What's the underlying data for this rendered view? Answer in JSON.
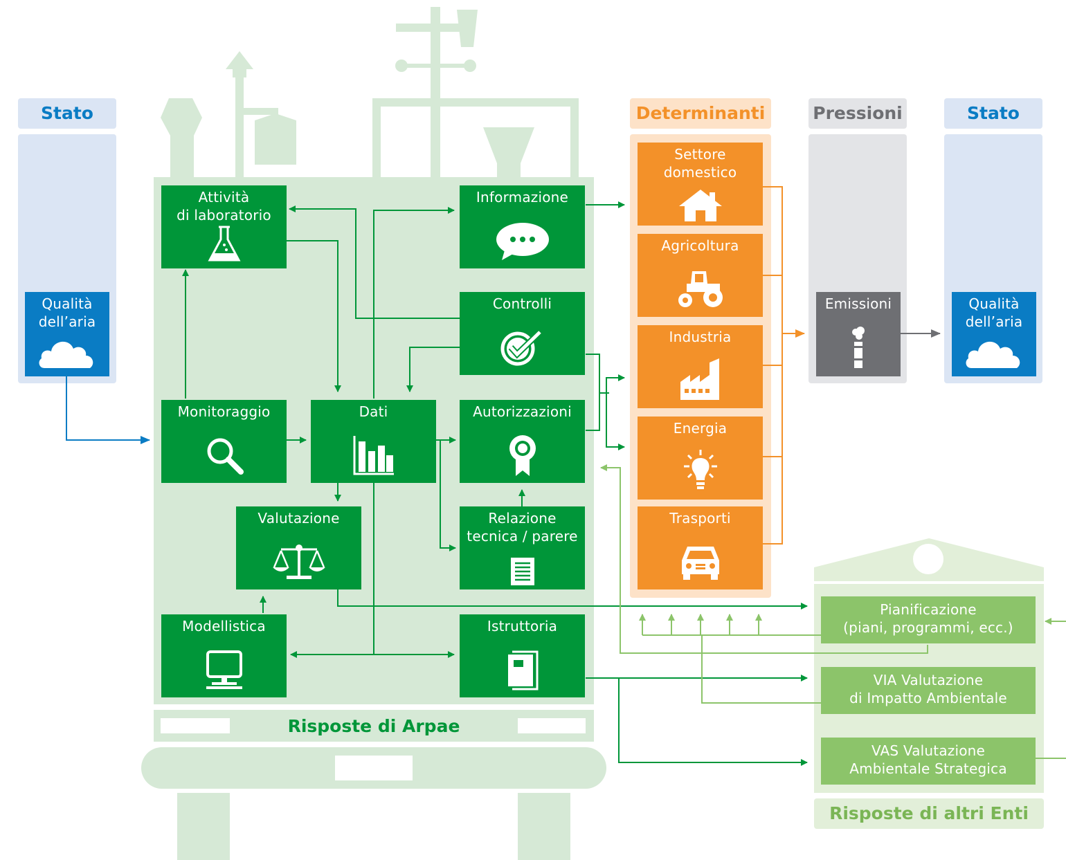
{
  "left_panel": {
    "header": "Stato",
    "box": "Qualità\ndell’aria"
  },
  "arpae": {
    "footer": "Risposte di Arpae",
    "nodes": {
      "attivita": "Attività\ndi laboratorio",
      "informazione": "Informazione",
      "controlli": "Controlli",
      "monitoraggio": "Monitoraggio",
      "dati": "Dati",
      "autorizzazioni": "Autorizzazioni",
      "valutazione": "Valutazione",
      "relazione": "Relazione\ntecnica / parere",
      "modellistica": "Modellistica",
      "istruttoria": "Istruttoria"
    }
  },
  "determinanti": {
    "header": "Determinanti",
    "items": [
      "Settore\ndomestico",
      "Agricoltura",
      "Industria",
      "Energia",
      "Trasporti"
    ]
  },
  "pressioni": {
    "header": "Pressioni",
    "box": "Emissioni"
  },
  "right_panel": {
    "header": "Stato",
    "box": "Qualità\ndell’aria"
  },
  "altri_enti": {
    "footer": "Risposte di altri Enti",
    "items": [
      "Pianificazione\n(piani, programmi, ecc.)",
      "VIA Valutazione\ndi Impatto Ambientale",
      "VAS Valutazione\nAmbientale Strategica"
    ]
  },
  "colors": {
    "green": "#009639",
    "orange": "#f39129",
    "blue": "#0a7cc4",
    "gray": "#6e6f73",
    "light_green": "#8cc46a"
  }
}
